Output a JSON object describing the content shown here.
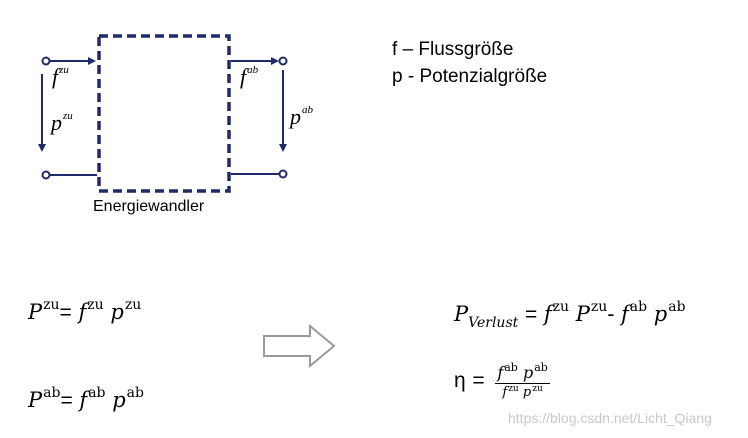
{
  "legend": {
    "flux": "f – Flussgröße",
    "potential": "p - Potenzialgröße"
  },
  "diagram": {
    "caption": "Energiewandler",
    "f_in": {
      "base": "f",
      "sup": "zu"
    },
    "p_in": {
      "base": "p",
      "sup": "zu"
    },
    "f_out": {
      "base": "f",
      "sup": "ab"
    },
    "p_out": {
      "base": "p",
      "sup": "ab"
    }
  },
  "equations": {
    "eq1": {
      "lhs": "P",
      "lhs_sup": "zu",
      "eq": "=",
      "f": "f",
      "f_sup": "zu",
      "p": "p",
      "p_sup": "zu"
    },
    "eq2": {
      "lhs": "P",
      "lhs_sup": "ab",
      "eq": "=",
      "f": "f",
      "f_sup": "ab",
      "p": "p",
      "p_sup": "ab"
    },
    "loss": {
      "lhs": "P",
      "lhs_sub": "Verlust",
      "eq": "=",
      "f1": "f",
      "f1_sup": "zu",
      "p1": "P",
      "p1_sup": "zu",
      "minus": "-",
      "f2": "f",
      "f2_sup": "ab",
      "p2": "p",
      "p2_sup": "ab"
    },
    "eff": {
      "lhs": "η",
      "eq": "=",
      "num_f": "f",
      "num_f_sup": "ab",
      "num_p": "p",
      "num_p_sup": "ab",
      "den_f": "f",
      "den_f_sup": "zu",
      "den_p": "p",
      "den_p_sup": "zu"
    }
  },
  "watermark": "https://blog.csdn.net/Licht_Qiang",
  "colors": {
    "line": "#1f2a6b",
    "arrow_outline": "#9a9a9a"
  }
}
